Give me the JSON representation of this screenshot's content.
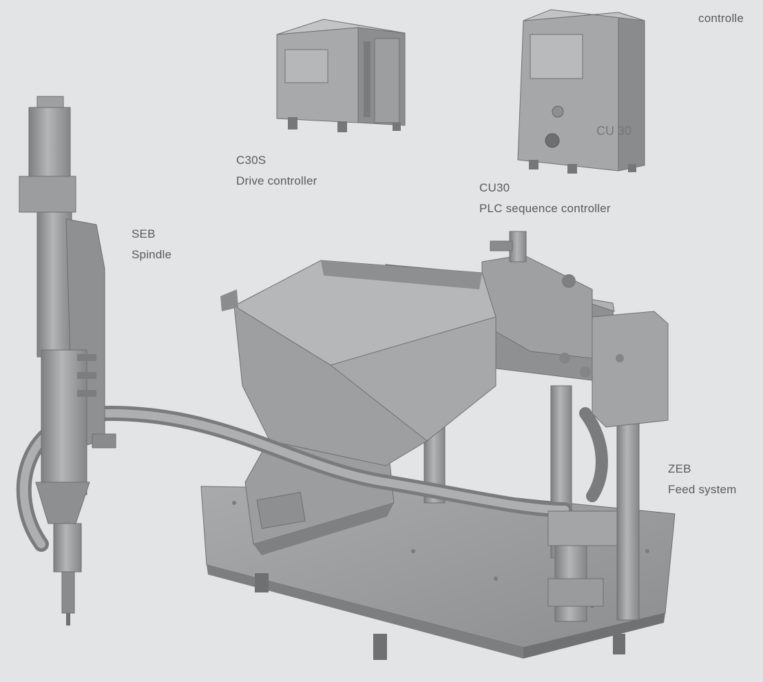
{
  "components": [
    {
      "id": "c30s",
      "code": "C30S",
      "name": "Drive controller"
    },
    {
      "id": "cu30",
      "code": "CU30",
      "name": "PLC sequence controller"
    },
    {
      "id": "seb",
      "code": "SEB",
      "name": "Spindle"
    },
    {
      "id": "zeb",
      "code": "ZEB",
      "name": "Feed system"
    }
  ],
  "partial_label": "controlle",
  "cu30_panel_marking": "CU 30",
  "colors": {
    "background": "#e3e4e5",
    "metal": "#9a9b9c",
    "label": "#5a5a5a"
  }
}
